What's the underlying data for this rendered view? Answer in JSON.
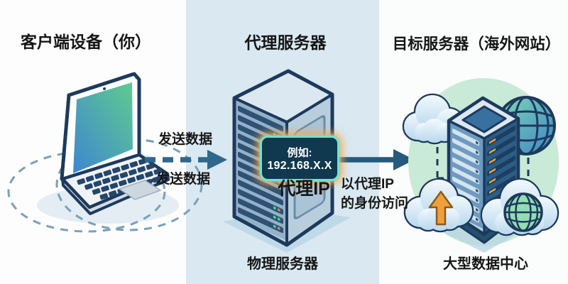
{
  "titles": {
    "client": "客户端设备（你）",
    "proxy": "代理服务器",
    "target": "目标服务器（海外网站）"
  },
  "labels": {
    "send_data_top": "发送数据",
    "send_data_bottom": "发送数据",
    "ip_example_line1": "例如:",
    "ip_example_line2": "192.168.X.X",
    "proxy_ip": "代理IP",
    "access_line1": "以代理IP",
    "access_line2": "的身份访问",
    "physical_server": "物理服务器",
    "datacenter": "大型数据中心"
  },
  "icons": {
    "client": [
      "laptop-icon",
      "smartphone-icon"
    ],
    "proxy": [
      "server-rack-icon",
      "ip-badge"
    ],
    "target": [
      "datacenter-building-icon",
      "cloud-icon",
      "globe-icon",
      "upload-arrow-icon"
    ],
    "flow": [
      "dashed-arrow-icon",
      "solid-arrow-icon"
    ]
  },
  "colors": {
    "page_bg": "#fdfdfd",
    "page_right_bg": "#fbfcfc",
    "panel_middle_bg": "#d9e8f1",
    "text": "#161616",
    "outline_navy": "#1d3a5c",
    "arrow": "#245a7d",
    "dashed_arrow": "#2f688c",
    "badge_bg": "#10384f",
    "badge_border": "#6fe3d1",
    "badge_glow": "#f6a94f",
    "badge_text": "#ffffff",
    "screen_blue": "#3f86cf",
    "screen_green": "#5ecb90",
    "mint_blob": "#c9ead6",
    "upload_arrow_orange": "#f0a03a",
    "led_green": "#4cd98a",
    "led_red": "#ef7a5f"
  }
}
